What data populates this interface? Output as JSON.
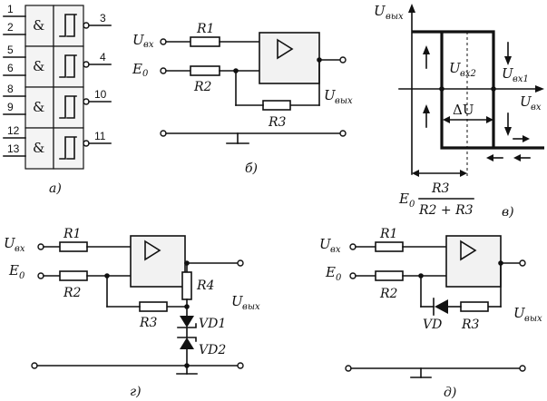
{
  "panel_a": {
    "caption": "а)",
    "gate_symbol": "&",
    "pins": [
      {
        "in1": "1",
        "in2": "2",
        "out": "3"
      },
      {
        "in1": "5",
        "in2": "6",
        "out": "4"
      },
      {
        "in1": "8",
        "in2": "9",
        "out": "10"
      },
      {
        "in1": "12",
        "in2": "13",
        "out": "11"
      }
    ]
  },
  "panel_b": {
    "caption": "б)",
    "input_label": "U",
    "input_sub": "вх",
    "ref_label": "E",
    "ref_sub": "0",
    "r1": "R1",
    "r2": "R2",
    "r3": "R3",
    "output_label": "U",
    "output_sub": "вых"
  },
  "panel_v": {
    "caption": "в)",
    "y_label": "U",
    "y_sub": "вых",
    "x_label": "U",
    "x_sub": "вх",
    "thr2_label": "U",
    "thr2_sub": "вх2",
    "thr1_label": "U",
    "thr1_sub": "вх1",
    "delta_label": "ΔU",
    "formula_prefix": "E",
    "formula_prefix_sub": "0",
    "formula_num": "R3",
    "formula_den": "R2 + R3"
  },
  "panel_g": {
    "caption": "г)",
    "input_label": "U",
    "input_sub": "вх",
    "ref_label": "E",
    "ref_sub": "0",
    "r1": "R1",
    "r2": "R2",
    "r3": "R3",
    "r4": "R4",
    "vd1": "VD1",
    "vd2": "VD2",
    "output_label": "U",
    "output_sub": "вых"
  },
  "panel_d": {
    "caption": "д)",
    "input_label": "U",
    "input_sub": "вх",
    "ref_label": "E",
    "ref_sub": "0",
    "r1": "R1",
    "r2": "R2",
    "r3": "R3",
    "vd": "VD",
    "output_label": "U",
    "output_sub": "вых"
  }
}
